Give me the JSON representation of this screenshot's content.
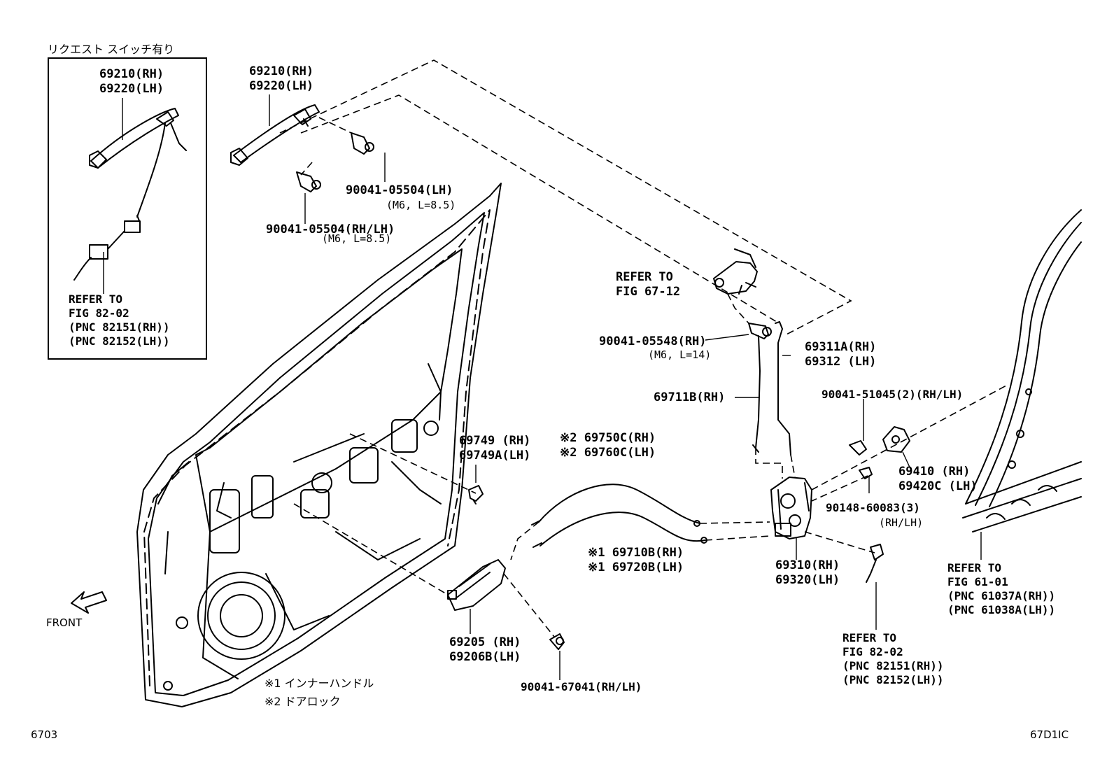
{
  "inset": {
    "title": "リクエスト スイッチ有り",
    "handle_part": [
      "69210(RH)",
      "69220(LH)"
    ],
    "refer": [
      "REFER TO",
      "FIG 82-02",
      "(PNC 82151(RH))",
      "(PNC 82152(LH))"
    ]
  },
  "labels": {
    "handle_main": [
      "69210(RH)",
      "69220(LH)"
    ],
    "bolt_lh": "90041-05504(LH)",
    "bolt_lh_spec": "(M6, L=8.5)",
    "bolt_rhlh": "90041-05504(RH/LH)",
    "bolt_rhlh_spec": "(M6, L=8.5)",
    "refer_6712": [
      "REFER TO",
      "FIG 67-12"
    ],
    "bolt_05548": "90041-05548(RH)",
    "bolt_05548_spec": "(M6, L=14)",
    "rod_69311": [
      "69311A(RH)",
      "69312 (LH)"
    ],
    "rod_69711": "69711B(RH)",
    "screw_51045": "90041-51045(2)(RH/LH)",
    "clip_69749": [
      "69749 (RH)",
      "69749A(LH)"
    ],
    "cable_69750": [
      "※2 69750C(RH)",
      "※2 69760C(LH)"
    ],
    "striker_69410": [
      "69410 (RH)",
      "69420C (LH)"
    ],
    "screw_60083": "90148-60083(3)",
    "screw_60083_side": "(RH/LH)",
    "cable_69710": [
      "※1 69710B(RH)",
      "※1 69720B(LH)"
    ],
    "lock_69310": [
      "69310(RH)",
      "69320(LH)"
    ],
    "refer_6101": [
      "REFER TO",
      "FIG 61-01",
      "(PNC 61037A(RH))",
      "(PNC 61038A(LH))"
    ],
    "front": "FRONT",
    "inner_handle_69205": [
      "69205 (RH)",
      "69206B(LH)"
    ],
    "refer_8202b": [
      "REFER TO",
      "FIG 82-02",
      "(PNC 82151(RH))",
      "(PNC 82152(LH))"
    ],
    "note1": "※1 インナーハンドル",
    "note2": "※2 ドアロック",
    "screw_67041": "90041-67041(RH/LH)",
    "page_left": "6703",
    "page_right": "67D1IC"
  }
}
